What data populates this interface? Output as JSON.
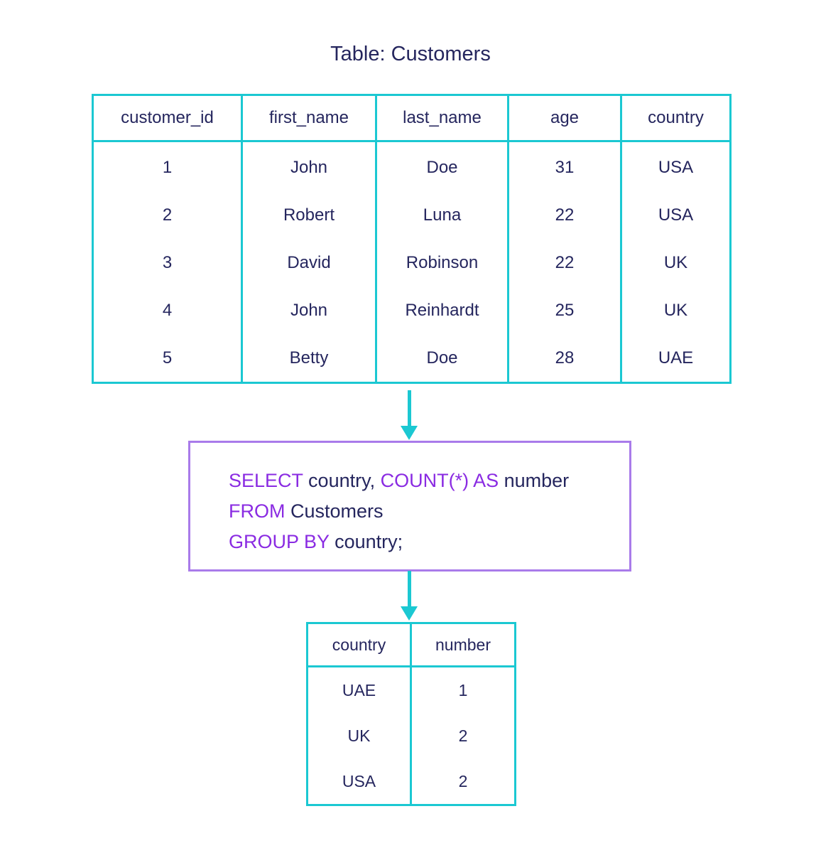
{
  "title": "Table: Customers",
  "customers": {
    "headers": [
      "customer_id",
      "first_name",
      "last_name",
      "age",
      "country"
    ],
    "rows": [
      [
        "1",
        "John",
        "Doe",
        "31",
        "USA"
      ],
      [
        "2",
        "Robert",
        "Luna",
        "22",
        "USA"
      ],
      [
        "3",
        "David",
        "Robinson",
        "22",
        "UK"
      ],
      [
        "4",
        "John",
        "Reinhardt",
        "25",
        "UK"
      ],
      [
        "5",
        "Betty",
        "Doe",
        "28",
        "UAE"
      ]
    ]
  },
  "query": {
    "line1": {
      "kw1": "SELECT",
      "txt1": " country, ",
      "kw2": "COUNT(*) AS",
      "txt2": " number"
    },
    "line2": {
      "kw1": "FROM",
      "txt1": " Customers"
    },
    "line3": {
      "kw1": "GROUP BY",
      "txt1": " country;"
    }
  },
  "result": {
    "headers": [
      "country",
      "number"
    ],
    "rows": [
      [
        "UAE",
        "1"
      ],
      [
        "UK",
        "2"
      ],
      [
        "USA",
        "2"
      ]
    ]
  },
  "colors": {
    "table_border": "#1bc8d2",
    "query_border": "#a97bea",
    "keyword": "#8a2be2",
    "text": "#25265e"
  }
}
